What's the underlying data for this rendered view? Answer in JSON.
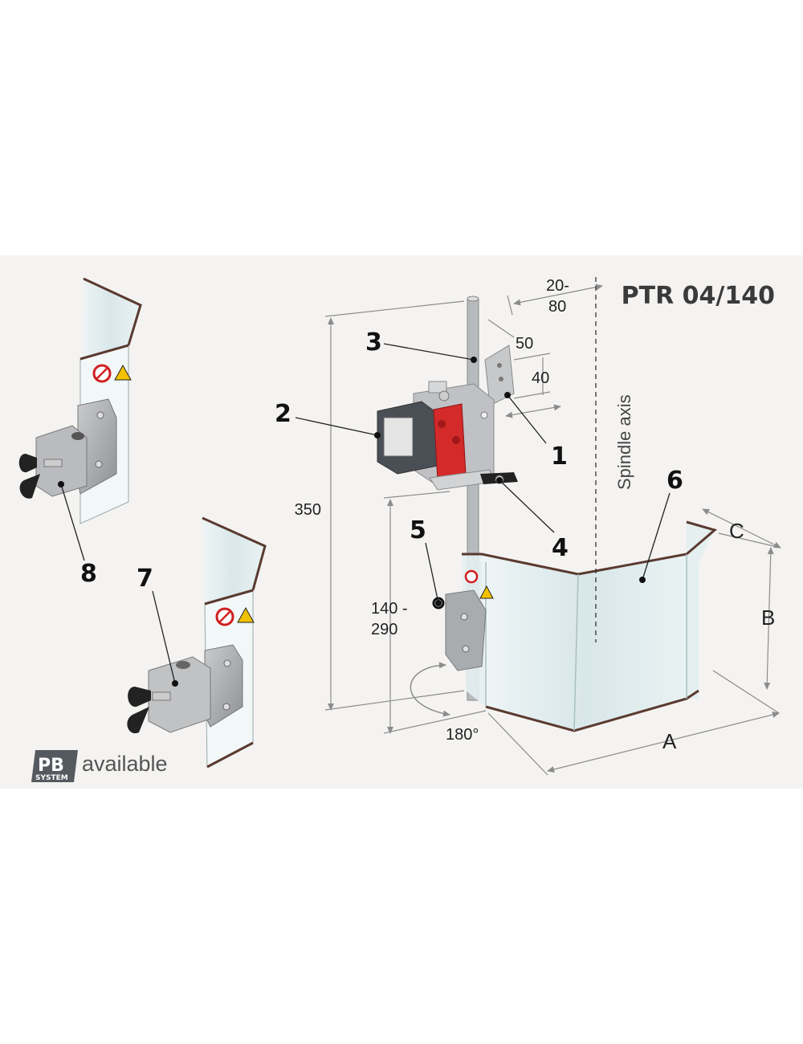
{
  "title": "PTR 04/140",
  "spindle_axis_label": "Spindle axis",
  "callouts": [
    "1",
    "2",
    "3",
    "4",
    "5",
    "6",
    "7",
    "8"
  ],
  "dimensions": {
    "d350": "350",
    "d140_290_line1": "140 -",
    "d140_290_line2": "290",
    "d20_80_line1": "20-",
    "d20_80_line2": "80",
    "d50": "50",
    "d40": "40",
    "d180": "180°",
    "A": "A",
    "B": "B",
    "C": "C"
  },
  "badge": {
    "logo_big": "PB",
    "logo_small": "SYSTEM",
    "available": "available"
  },
  "colors": {
    "panel_bg": "#f4f3f1",
    "clamp_red": "#d42a2a",
    "metal": "#a9acaf",
    "glass": "#dbe9ec",
    "badge_bg": "#555a60"
  }
}
